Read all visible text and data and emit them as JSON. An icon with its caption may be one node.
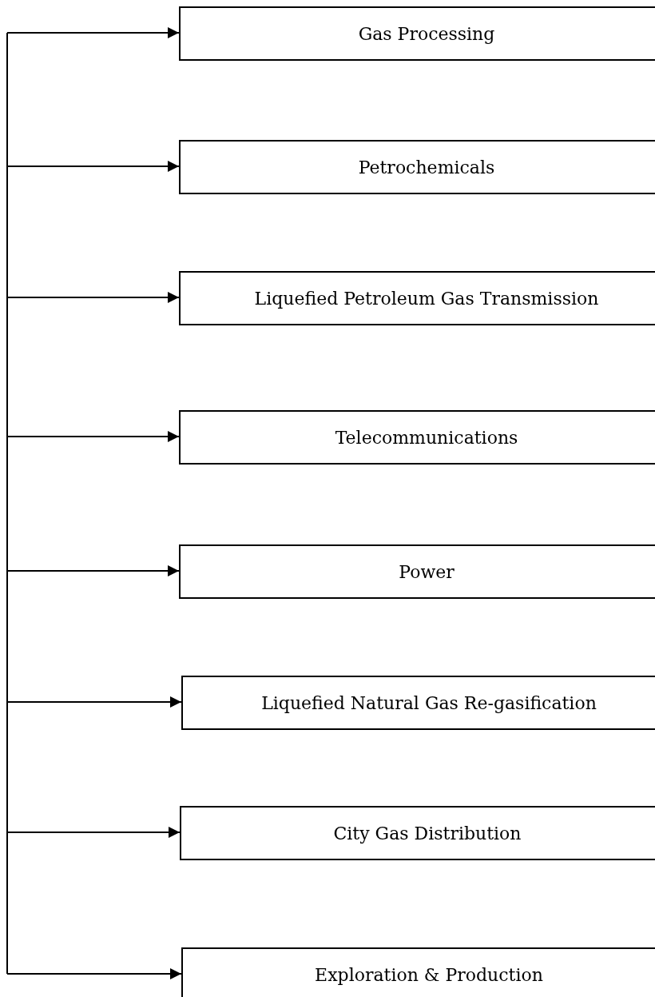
{
  "diagram": {
    "nodes": [
      {
        "text": [
          "Gas Processing"
        ]
      },
      {
        "text": [
          "Petrochemicals"
        ]
      },
      {
        "text": [
          "Liquefied Petroleum Gas Transmission"
        ]
      },
      {
        "text": [
          "Telecommunications"
        ]
      },
      {
        "text": [
          "Power"
        ]
      },
      {
        "text": [
          "Liquefied Natural Gas Re-gasification"
        ]
      },
      {
        "text": [
          "City Gas Distribution"
        ]
      },
      {
        "text": [
          "Exploration & Production"
        ]
      }
    ],
    "edges": [
      {
        "from": null,
        "to": 0,
        "arrow": "to"
      },
      {
        "from": null,
        "to": 1,
        "arrow": "to"
      },
      {
        "from": null,
        "to": 2,
        "arrow": "to"
      },
      {
        "from": null,
        "to": 3,
        "arrow": "to"
      },
      {
        "from": null,
        "to": 4,
        "arrow": "to"
      },
      {
        "from": null,
        "to": 5,
        "arrow": "to"
      },
      {
        "from": null,
        "to": 6,
        "arrow": "to"
      },
      {
        "from": null,
        "to": 7,
        "arrow": "to"
      }
    ]
  }
}
